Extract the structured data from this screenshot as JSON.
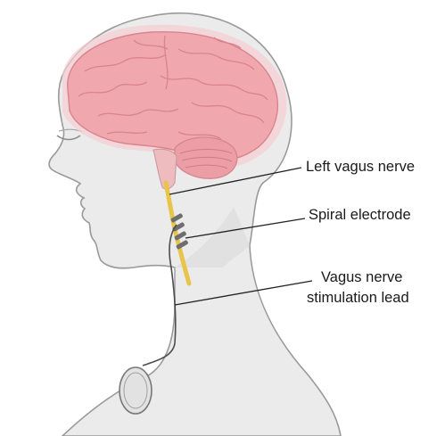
{
  "labels": {
    "left_vagus_nerve": "Left vagus nerve",
    "spiral_electrode": "Spiral electrode",
    "lead_line1": "Vagus nerve",
    "lead_line2": "stimulation lead"
  },
  "colors": {
    "skin": "#ebebeb",
    "skin_outline": "#9a9a9a",
    "shadow": "#d4d4d4",
    "brain": "#f0a7ae",
    "brain_glow": "#f5c3c7",
    "brain_lines": "#d9848d",
    "nerve": "#e8c44a",
    "electrode": "#6e6e6e",
    "lead": "#4d4d4d",
    "leader_line": "#222222"
  }
}
